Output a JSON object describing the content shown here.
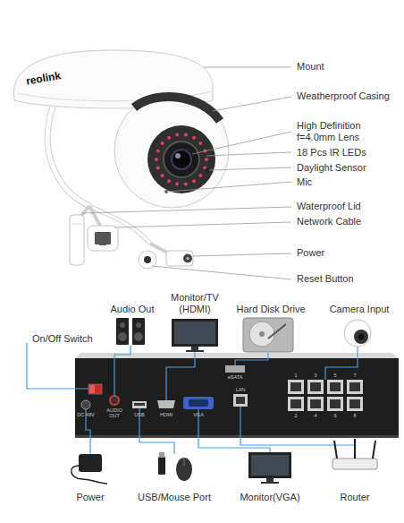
{
  "diagram": {
    "labels": [
      "reolink",
      "Mount",
      "Weatherproof Casing",
      "High Definition f=4.0mm Lens",
      "18 Pcs IR LEDs",
      "Daylight Sensor",
      "Mic",
      "Waterproof Lid",
      "Network Cable",
      "Power",
      "Reset Button",
      "Audio Out",
      "Monitor/TV (HDMI)",
      "Hard Disk Drive",
      "Camera Input",
      "On/Off Switch",
      "Power",
      "USB/Mouse Port",
      "Monitor(VGA)",
      "Router",
      "DC 48V",
      "AUDIO OUT",
      "USB",
      "HDMI",
      "VGA",
      "LAN",
      "eSATA",
      "1",
      "3",
      "5",
      "7",
      "2",
      "4",
      "6",
      "8"
    ]
  }
}
